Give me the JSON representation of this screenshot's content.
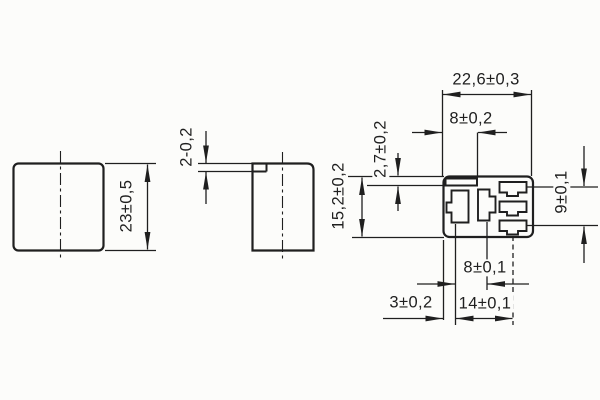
{
  "meta": {
    "drawing_type": "technical dimension drawing (relay housing / connector socket, 3 views)",
    "units": "mm",
    "line_color": "#1f1f1f",
    "background_color": "#fcfcfa"
  },
  "views": [
    {
      "id": "left-side-view",
      "description": "housing side view with vertical centerline"
    },
    {
      "id": "front-side-view",
      "description": "housing front view with key tab at top left"
    },
    {
      "id": "connector-face-view",
      "description": "bottom face with keyway slot, two vertical keyed terminals and three horizontal blade slots"
    }
  ],
  "dims": [
    {
      "id": "housing-height",
      "label": "23±0,5",
      "value": 23,
      "tolerance": "±0,5",
      "orientation": "vertical"
    },
    {
      "id": "key-tab-thickness",
      "label": "2-0,2",
      "value": 2,
      "tolerance": "-0,2",
      "orientation": "vertical"
    },
    {
      "id": "face-width",
      "label": "22,6±0,3",
      "value": 22.6,
      "tolerance": "±0,3",
      "orientation": "horizontal"
    },
    {
      "id": "keyway-width",
      "label": "8±0,2",
      "value": 8,
      "tolerance": "±0,2",
      "orientation": "horizontal"
    },
    {
      "id": "keyway-height",
      "label": "2,7±0,2",
      "value": 2.7,
      "tolerance": "±0,2",
      "orientation": "vertical"
    },
    {
      "id": "face-height",
      "label": "15,2±0,2",
      "value": 15.2,
      "tolerance": "±0,2",
      "orientation": "vertical"
    },
    {
      "id": "blade-slot-spacing",
      "label": "9±0,1",
      "value": 9,
      "tolerance": "±0,1",
      "orientation": "vertical"
    },
    {
      "id": "terminal-spacing",
      "label": "8±0,1",
      "value": 8,
      "tolerance": "±0,1",
      "orientation": "horizontal"
    },
    {
      "id": "terminal-span",
      "label": "14±0,1",
      "value": 14,
      "tolerance": "±0,1",
      "orientation": "horizontal"
    },
    {
      "id": "edge-to-terminal",
      "label": "3±0,2",
      "value": 3,
      "tolerance": "±0,2",
      "orientation": "horizontal"
    }
  ]
}
